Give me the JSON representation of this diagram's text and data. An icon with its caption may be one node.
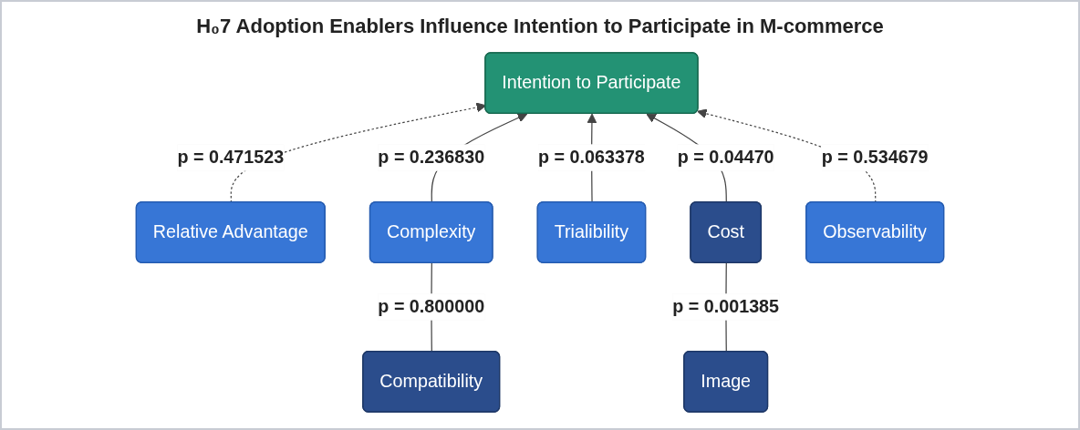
{
  "diagram": {
    "title": "H₀7 Adoption Enablers Influence Intention to Participate in M-commerce",
    "nodes": [
      {
        "text": [
          "Intention to Participate"
        ]
      },
      {
        "text": [
          "Relative Advantage"
        ]
      },
      {
        "text": [
          "Complexity"
        ]
      },
      {
        "text": [
          "Cost"
        ]
      },
      {
        "text": [
          "Observability"
        ]
      },
      {
        "text": [
          "Compatibility"
        ]
      },
      {
        "text": [
          "Trialibility"
        ]
      },
      {
        "text": [
          "Image"
        ]
      }
    ],
    "edges": [
      {
        "from": 1,
        "to": 0,
        "arrow": "to",
        "style": "dashed",
        "label": "p = 0.471523"
      },
      {
        "from": 2,
        "to": 0,
        "arrow": "to",
        "label": "p = 0.236830"
      },
      {
        "from": 6,
        "to": 0,
        "arrow": "to",
        "label": "p = 0.063378"
      },
      {
        "from": 3,
        "to": 0,
        "arrow": "to",
        "label": "p = 0.04470"
      },
      {
        "from": 4,
        "to": 0,
        "arrow": "to",
        "style": "dashed",
        "label": "p = 0.534679"
      },
      {
        "from": 5,
        "to": 2,
        "arrow": "none",
        "label": "p = 0.800000"
      },
      {
        "from": 7,
        "to": 3,
        "arrow": "none",
        "label": "p = 0.001385"
      }
    ]
  }
}
